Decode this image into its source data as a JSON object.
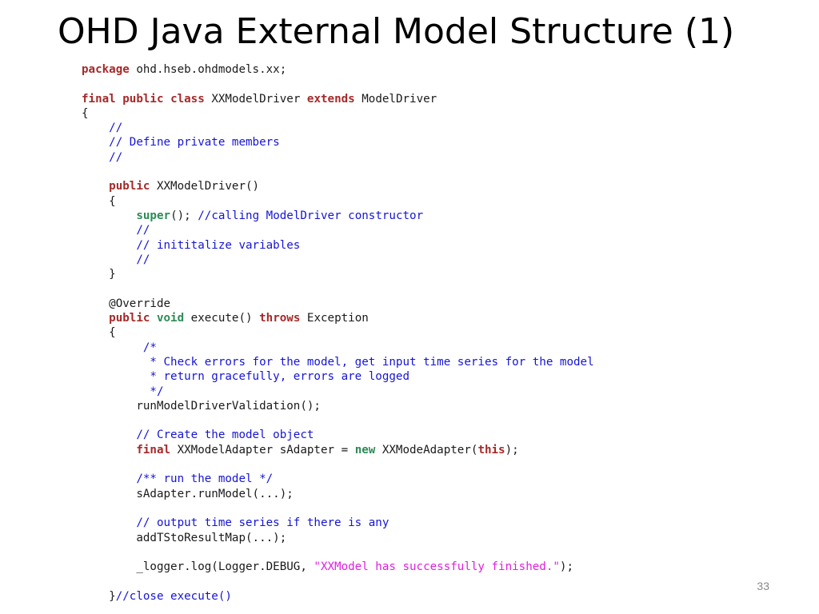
{
  "slide": {
    "title": "OHD Java External Model Structure (1)",
    "page_number": "33"
  },
  "code_lines": [
    [
      {
        "t": "package",
        "k": "kw"
      },
      {
        "t": " ohd.hseb.ohdmodels.xx;",
        "k": "plain"
      }
    ],
    [],
    [
      {
        "t": "final",
        "k": "kw"
      },
      {
        "t": " ",
        "k": "plain"
      },
      {
        "t": "public",
        "k": "kw"
      },
      {
        "t": " ",
        "k": "plain"
      },
      {
        "t": "class",
        "k": "kw"
      },
      {
        "t": " XXModelDriver ",
        "k": "plain"
      },
      {
        "t": "extends",
        "k": "kw"
      },
      {
        "t": " ModelDriver",
        "k": "plain"
      }
    ],
    [
      {
        "t": "{",
        "k": "plain"
      }
    ],
    [
      {
        "t": "    ",
        "k": "plain"
      },
      {
        "t": "//",
        "k": "cm"
      }
    ],
    [
      {
        "t": "    ",
        "k": "plain"
      },
      {
        "t": "// Define private members",
        "k": "cm"
      }
    ],
    [
      {
        "t": "    ",
        "k": "plain"
      },
      {
        "t": "//",
        "k": "cm"
      }
    ],
    [],
    [
      {
        "t": "    ",
        "k": "plain"
      },
      {
        "t": "public",
        "k": "kw"
      },
      {
        "t": " XXModelDriver()",
        "k": "plain"
      }
    ],
    [
      {
        "t": "    {",
        "k": "plain"
      }
    ],
    [
      {
        "t": "        ",
        "k": "plain"
      },
      {
        "t": "super",
        "k": "kw2"
      },
      {
        "t": "(); ",
        "k": "plain"
      },
      {
        "t": "//calling ModelDriver constructor",
        "k": "cm"
      }
    ],
    [
      {
        "t": "        ",
        "k": "plain"
      },
      {
        "t": "//",
        "k": "cm"
      }
    ],
    [
      {
        "t": "        ",
        "k": "plain"
      },
      {
        "t": "// inititalize variables",
        "k": "cm"
      }
    ],
    [
      {
        "t": "        ",
        "k": "plain"
      },
      {
        "t": "//",
        "k": "cm"
      }
    ],
    [
      {
        "t": "    }",
        "k": "plain"
      }
    ],
    [],
    [
      {
        "t": "    @Override",
        "k": "plain"
      }
    ],
    [
      {
        "t": "    ",
        "k": "plain"
      },
      {
        "t": "public",
        "k": "kw"
      },
      {
        "t": " ",
        "k": "plain"
      },
      {
        "t": "void",
        "k": "kw2"
      },
      {
        "t": " execute() ",
        "k": "plain"
      },
      {
        "t": "throws",
        "k": "kw"
      },
      {
        "t": " Exception",
        "k": "plain"
      }
    ],
    [
      {
        "t": "    {",
        "k": "plain"
      }
    ],
    [
      {
        "t": "         ",
        "k": "plain"
      },
      {
        "t": "/*",
        "k": "cm"
      }
    ],
    [
      {
        "t": "          ",
        "k": "plain"
      },
      {
        "t": "* Check errors for the model, get input time series for the model",
        "k": "cm"
      }
    ],
    [
      {
        "t": "          ",
        "k": "plain"
      },
      {
        "t": "* return gracefully, errors are logged",
        "k": "cm"
      }
    ],
    [
      {
        "t": "          ",
        "k": "plain"
      },
      {
        "t": "*/",
        "k": "cm"
      }
    ],
    [
      {
        "t": "        runModelDriverValidation();",
        "k": "plain"
      }
    ],
    [],
    [
      {
        "t": "        ",
        "k": "plain"
      },
      {
        "t": "// Create the model object",
        "k": "cm"
      }
    ],
    [
      {
        "t": "        ",
        "k": "plain"
      },
      {
        "t": "final",
        "k": "kw"
      },
      {
        "t": " XXModelAdapter sAdapter = ",
        "k": "plain"
      },
      {
        "t": "new",
        "k": "kw2"
      },
      {
        "t": " XXModeAdapter(",
        "k": "plain"
      },
      {
        "t": "this",
        "k": "kw"
      },
      {
        "t": ");",
        "k": "plain"
      }
    ],
    [],
    [
      {
        "t": "        ",
        "k": "plain"
      },
      {
        "t": "/** run the model */",
        "k": "cm"
      }
    ],
    [
      {
        "t": "        sAdapter.runModel(...);",
        "k": "plain"
      }
    ],
    [],
    [
      {
        "t": "        ",
        "k": "plain"
      },
      {
        "t": "// output time series if there is any",
        "k": "cm"
      }
    ],
    [
      {
        "t": "        addTStoResultMap(...);",
        "k": "plain"
      }
    ],
    [],
    [
      {
        "t": "        _logger.log(Logger.DEBUG, ",
        "k": "plain"
      },
      {
        "t": "\"XXModel has successfully finished.\"",
        "k": "str"
      },
      {
        "t": ");",
        "k": "plain"
      }
    ],
    [],
    [
      {
        "t": "    }",
        "k": "plain"
      },
      {
        "t": "//close execute()",
        "k": "cm"
      }
    ]
  ],
  "colors": {
    "keyword": "#a52a2a",
    "keyword_alt": "#2e8b57",
    "comment": "#1515d6",
    "string": "#e020e0",
    "text": "#1a1a1a"
  }
}
